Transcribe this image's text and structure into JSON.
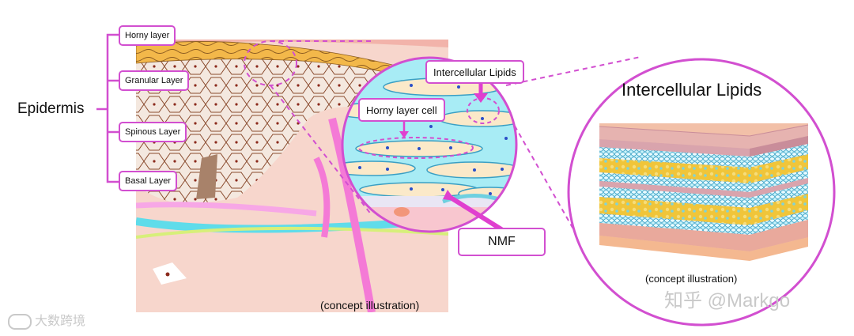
{
  "labels": {
    "epidermis": "Epidermis",
    "horny_layer": "Horny layer",
    "granular_layer": "Granular Layer",
    "spinous_layer": "Spinous Layer",
    "basal_layer": "Basal Layer",
    "intercellular_lipids_callout": "Intercellular Lipids",
    "horny_layer_cell": "Horny layer cell",
    "nmf": "NMF",
    "intercellular_lipids_title": "Intercellular Lipids",
    "concept_left": "(concept illustration)",
    "concept_right": "(concept illustration)"
  },
  "watermarks": {
    "left": "大数跨境",
    "right": "知乎 @Markgo"
  },
  "colors": {
    "accent_magenta": "#d24fd0",
    "horny_orange": "#f3b84a",
    "cell_fill": "#f4e7dd",
    "cell_outline": "#8a4b2e",
    "dermis_pink": "#f2b3aa",
    "vessel_cyan": "#5fdcea",
    "vessel_pink": "#f47ad6",
    "lipid_cyan": "#a8ecf5"
  }
}
